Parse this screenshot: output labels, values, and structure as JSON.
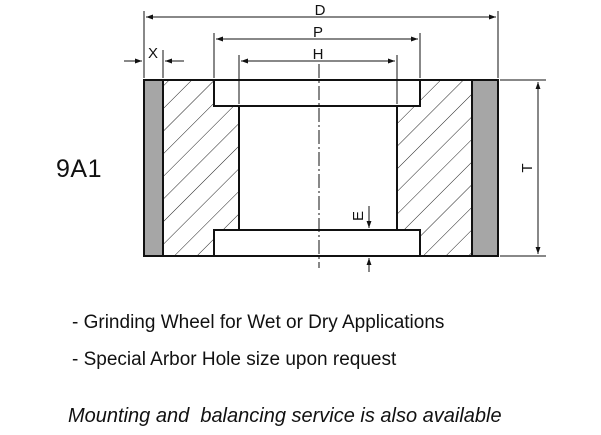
{
  "diagram": {
    "model": "9A1",
    "dimension_labels": {
      "overall_diameter": "D",
      "pitch_diameter": "P",
      "hole_diameter": "H",
      "rim_width": "X",
      "thickness": "T",
      "depth": "E"
    },
    "colors": {
      "outline": "#111111",
      "abrasive_rim": "#a6a6a6",
      "hatch": "#222222",
      "background": "#ffffff"
    }
  },
  "notes": [
    "- Grinding Wheel for Wet or Dry Applications",
    "- Special Arbor Hole size upon request"
  ],
  "footer": "Mounting and  balancing service is also available"
}
